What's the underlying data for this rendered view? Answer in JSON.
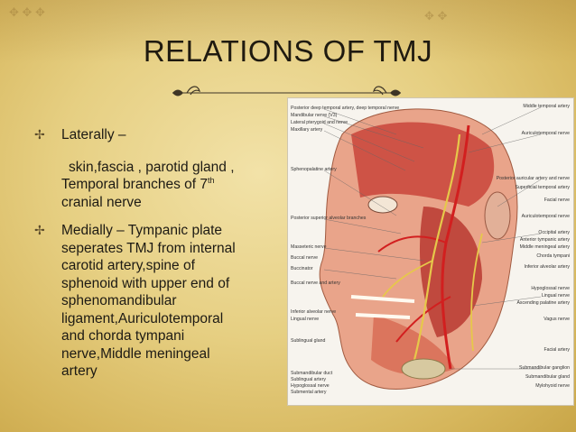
{
  "slide": {
    "title": "RELATIONS OF TMJ",
    "bullets": [
      {
        "heading": "Laterally –",
        "lines": [
          "skin,fascia , parotid gland ,",
          "Temporal branches of 7",
          "th",
          "cranial nerve"
        ]
      },
      {
        "lines": [
          "Medially – Tympanic plate",
          "seperates TMJ from internal",
          "carotid artery,spine of",
          "sphenoid with upper end of",
          "sphenomandibular",
          "ligament,Auriculotemporal",
          "and chorda tympani",
          "nerve,Middle meningeal",
          "artery"
        ]
      }
    ]
  },
  "figure": {
    "left_labels": [
      "Posterior deep temporal artery, deep temporal nerve",
      "Mandibular nerve (V3)",
      "Lateral pterygoid and nerve",
      "Maxillary artery",
      "Sphenopalatine artery",
      "Posterior superior alveolar branches",
      "Masseteric nerve",
      "Buccal nerve",
      "Buccinator",
      "Buccal nerve and artery",
      "Inferior alveolar nerve",
      "Lingual nerve",
      "Sublingual gland",
      "Submandibular duct",
      "Sublingual artery",
      "Hypoglossal nerve",
      "Submental artery"
    ],
    "right_labels": [
      "Middle temporal artery",
      "Auriculotemporal nerve",
      "Posterior auricular artery and nerve",
      "Superficial temporal artery",
      "Facial nerve",
      "Auriculotemporal nerve",
      "Occipital artery",
      "Anterior tympanic artery",
      "Middle meningeal artery",
      "Chorda tympani",
      "Inferior alveolar artery",
      "Hypoglossal nerve",
      "Lingual nerve",
      "Ascending palatine artery",
      "Vagus nerve",
      "Facial artery",
      "Submandibular ganglion",
      "Submandibular gland",
      "Mylohyoid nerve"
    ]
  }
}
